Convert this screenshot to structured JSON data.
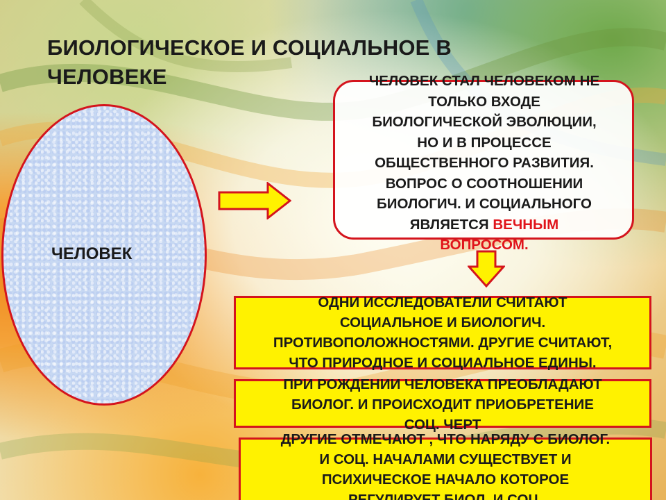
{
  "title": {
    "line1": "БИОЛОГИЧЕСКОЕ И СОЦИАЛЬНОЕ  В",
    "line2": "ЧЕЛОВЕКЕ"
  },
  "oval": {
    "label": "ЧЕЛОВЕК",
    "fill_color": "#c7d8f2",
    "border_color": "#d4141d"
  },
  "top_box": {
    "lines": [
      "ЧЕЛОВЕК СТАЛ ЧЕЛОВЕКОМ НЕ",
      "ТОЛЬКО ВХОДЕ",
      "БИОЛОГИЧЕСКОЙ  ЭВОЛЮЦИИ,",
      "НО И В ПРОЦЕССЕ",
      "ОБЩЕСТВЕННОГО  РАЗВИТИЯ.",
      "ВОПРОС О СООТНОШЕНИИ",
      "БИОЛОГИЧ.  И СОЦИАЛЬНОГО"
    ],
    "line_last_prefix": "ЯВЛЯЕТСЯ ",
    "highlight_1": "ВЕЧНЫМ",
    "highlight_2": "ВОПРОСОМ.",
    "highlight_color": "#e0141a"
  },
  "yellow_boxes": [
    {
      "lines": [
        "ОДНИ  ИССЛЕДОВАТЕЛИ  СЧИТАЮТ",
        "СОЦИАЛЬНОЕ И БИОЛОГИЧ.",
        "ПРОТИВОПОЛОЖНОСТЯМИ. ДРУГИЕ  СЧИТАЮТ,",
        "ЧТО ПРИРОДНОЕ И СОЦИАЛЬНОЕ  ЕДИНЫ."
      ]
    },
    {
      "lines": [
        "ПРИ РОЖДЕНИИ ЧЕЛОВЕКА ПРЕОБЛАДАЮТ",
        "БИОЛОГ. И ПРОИСХОДИТ ПРИОБРЕТЕНИЕ",
        "СОЦ.  ЧЕРТ"
      ]
    },
    {
      "lines": [
        "ДРУГИЕ  ОТМЕЧАЮТ , ЧТО НАРЯДУ С БИОЛОГ.",
        "И СОЦ. НАЧАЛАМИ СУЩЕСТВУЕТ  И",
        "ПСИХИЧЕСКОЕ  НАЧАЛО КОТОРОЕ",
        "РЕГУЛИРУЕТ  БИОЛ. И СОЦ."
      ]
    }
  ],
  "colors": {
    "yellow_box": "#fff200",
    "border_red": "#d4141d",
    "arrow_fill": "#fff200",
    "arrow_stroke": "#d4141d"
  },
  "icons": {
    "arrow_right": "arrow-right-icon",
    "arrow_down": "arrow-down-icon"
  }
}
